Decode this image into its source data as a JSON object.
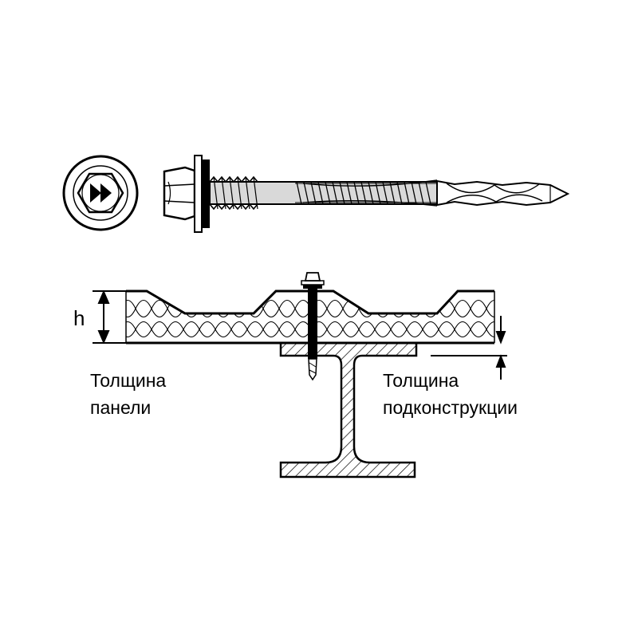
{
  "labels": {
    "height_symbol": "h",
    "panel_thickness_line1": "Толщина",
    "panel_thickness_line2": "панели",
    "substructure_thickness_line1": "Толщина",
    "substructure_thickness_line2": "подконструкции"
  },
  "colors": {
    "line": "#000000",
    "background": "#ffffff",
    "shaft": "#d9d9d9"
  }
}
